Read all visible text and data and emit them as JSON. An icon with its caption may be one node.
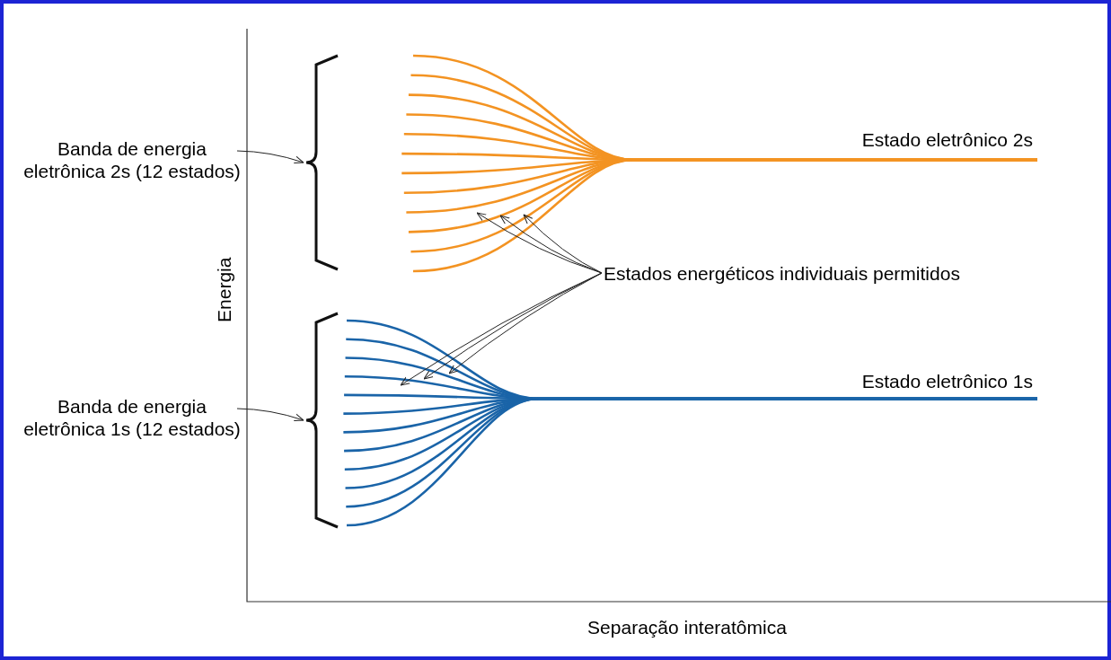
{
  "diagram": {
    "nodes": [
      {
        "text": [
          "Banda de energia eletrônica 2s (12 estados)"
        ]
      },
      {
        "text": [],
        "shape": "brace"
      },
      {
        "text": [
          "Banda de energia eletrônica 1s (12 estados)"
        ]
      },
      {
        "text": [],
        "shape": "brace"
      },
      {
        "text": [
          "Estados energéticos individuais permitidos"
        ]
      }
    ],
    "edges": [
      {
        "from": 0,
        "to": 1,
        "arrow": "to"
      },
      {
        "from": 2,
        "to": 3,
        "arrow": "to"
      },
      {
        "from": 4,
        "to": null,
        "arrow": "to"
      },
      {
        "from": 4,
        "to": null,
        "arrow": "to"
      },
      {
        "from": 4,
        "to": null,
        "arrow": "to"
      },
      {
        "from": 4,
        "to": null,
        "arrow": "to"
      },
      {
        "from": 4,
        "to": null,
        "arrow": "to"
      },
      {
        "from": 4,
        "to": null,
        "arrow": "to"
      }
    ],
    "labels": [
      "Estado eletrônico 2s",
      "Estado eletrônico 1s",
      "Energia",
      "Separação interatômica"
    ]
  }
}
